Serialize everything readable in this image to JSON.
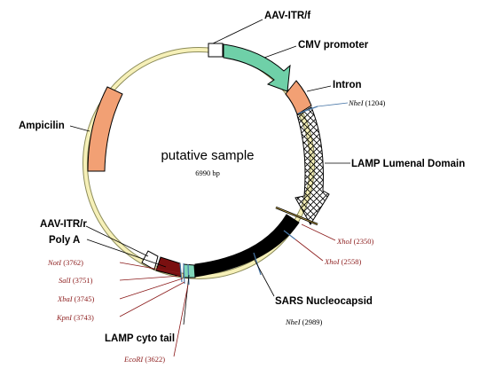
{
  "plasmid": {
    "name": "putative sample",
    "size": "6990 bp"
  },
  "features": {
    "aav_itr_f": "AAV-ITR/f",
    "cmv_promoter": "CMV promoter",
    "intron": "Intron",
    "lamp_lumenal": "LAMP Lumenal Domain",
    "sars_nucleocapsid": "SARS Nucleocapsid",
    "lamp_cyto_tail": "LAMP cyto tail",
    "poly_a": "Poly A",
    "aav_itr_r": "AAV-ITR/r",
    "ampicilin": "Ampicilin"
  },
  "sites": {
    "nhe1_1204": {
      "name": "NheI",
      "pos": "(1204)"
    },
    "xho1_2350": {
      "name": "XhoI",
      "pos": "(2350)"
    },
    "xho1_2558": {
      "name": "XhoI",
      "pos": "(2558)"
    },
    "nhe1_2989": {
      "name": "NheI",
      "pos": "(2989)"
    },
    "not1_3762": {
      "name": "NotI",
      "pos": "(3762)"
    },
    "sal1_3751": {
      "name": "SalI",
      "pos": "(3751)"
    },
    "xba1_3745": {
      "name": "XbaI",
      "pos": "(3745)"
    },
    "kpn1_3743": {
      "name": "KpnI",
      "pos": "(3743)"
    },
    "ecor1_3622": {
      "name": "EcoRI",
      "pos": "(3622)"
    }
  },
  "colors": {
    "backbone": "#f6f0b8",
    "cmv": "#6fd0a8",
    "intron": "#f2a074",
    "ampicilin": "#f2a074",
    "lamp_lumenal": "#ffffff",
    "sars": "#000000",
    "poly_a": "#7a1010",
    "lamp_cyto": "#7fd6b8",
    "site_line_blue": "#4a78a8",
    "site_text_red": "#8b1a1a"
  }
}
